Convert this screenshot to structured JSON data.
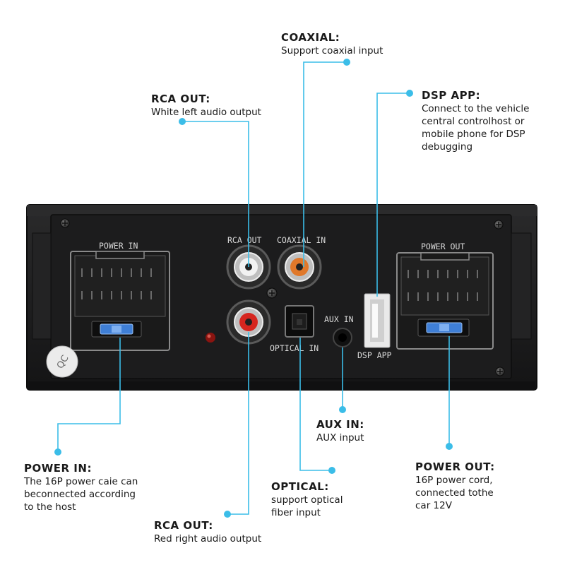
{
  "panel_labels": {
    "power_in": "POWER IN",
    "rca_out": "RCA OUT",
    "coaxial_in": "COAXIAL IN",
    "aux_in": "AUX IN",
    "optical_in": "OPTICAL IN",
    "dsp_app": "DSP APP",
    "power_out": "POWER OUT",
    "sticker": "QC"
  },
  "callouts": {
    "coaxial": {
      "title": "COAXIAL:",
      "desc": "Support coaxial input"
    },
    "rca_out_white": {
      "title": "RCA OUT:",
      "desc": "White left audio output"
    },
    "dsp_app": {
      "title": "DSP APP:",
      "desc": "Connect to the vehicle\ncentral controlhost or\nmobile phone for DSP\ndebugging"
    },
    "aux_in": {
      "title": "AUX IN:",
      "desc": "AUX input"
    },
    "power_in": {
      "title": "POWER IN:",
      "desc": "The 16P power caie can\nbeconnected according\nto the host"
    },
    "power_out": {
      "title": "POWER OUT:",
      "desc": "16P power cord,\nconnected tothe\ncar 12V"
    },
    "optical": {
      "title": "OPTICAL:",
      "desc": "support optical\nfiber input"
    },
    "rca_out_red": {
      "title": "RCA OUT:",
      "desc": "Red right audio output"
    }
  },
  "colors": {
    "leader_line": "#3bbde8",
    "panel": "#1e1e1f",
    "rca_white": "#f2f2f2",
    "rca_orange": "#e0782a",
    "rca_red": "#d6261f",
    "fuse_blue": "#3f7fd6"
  }
}
